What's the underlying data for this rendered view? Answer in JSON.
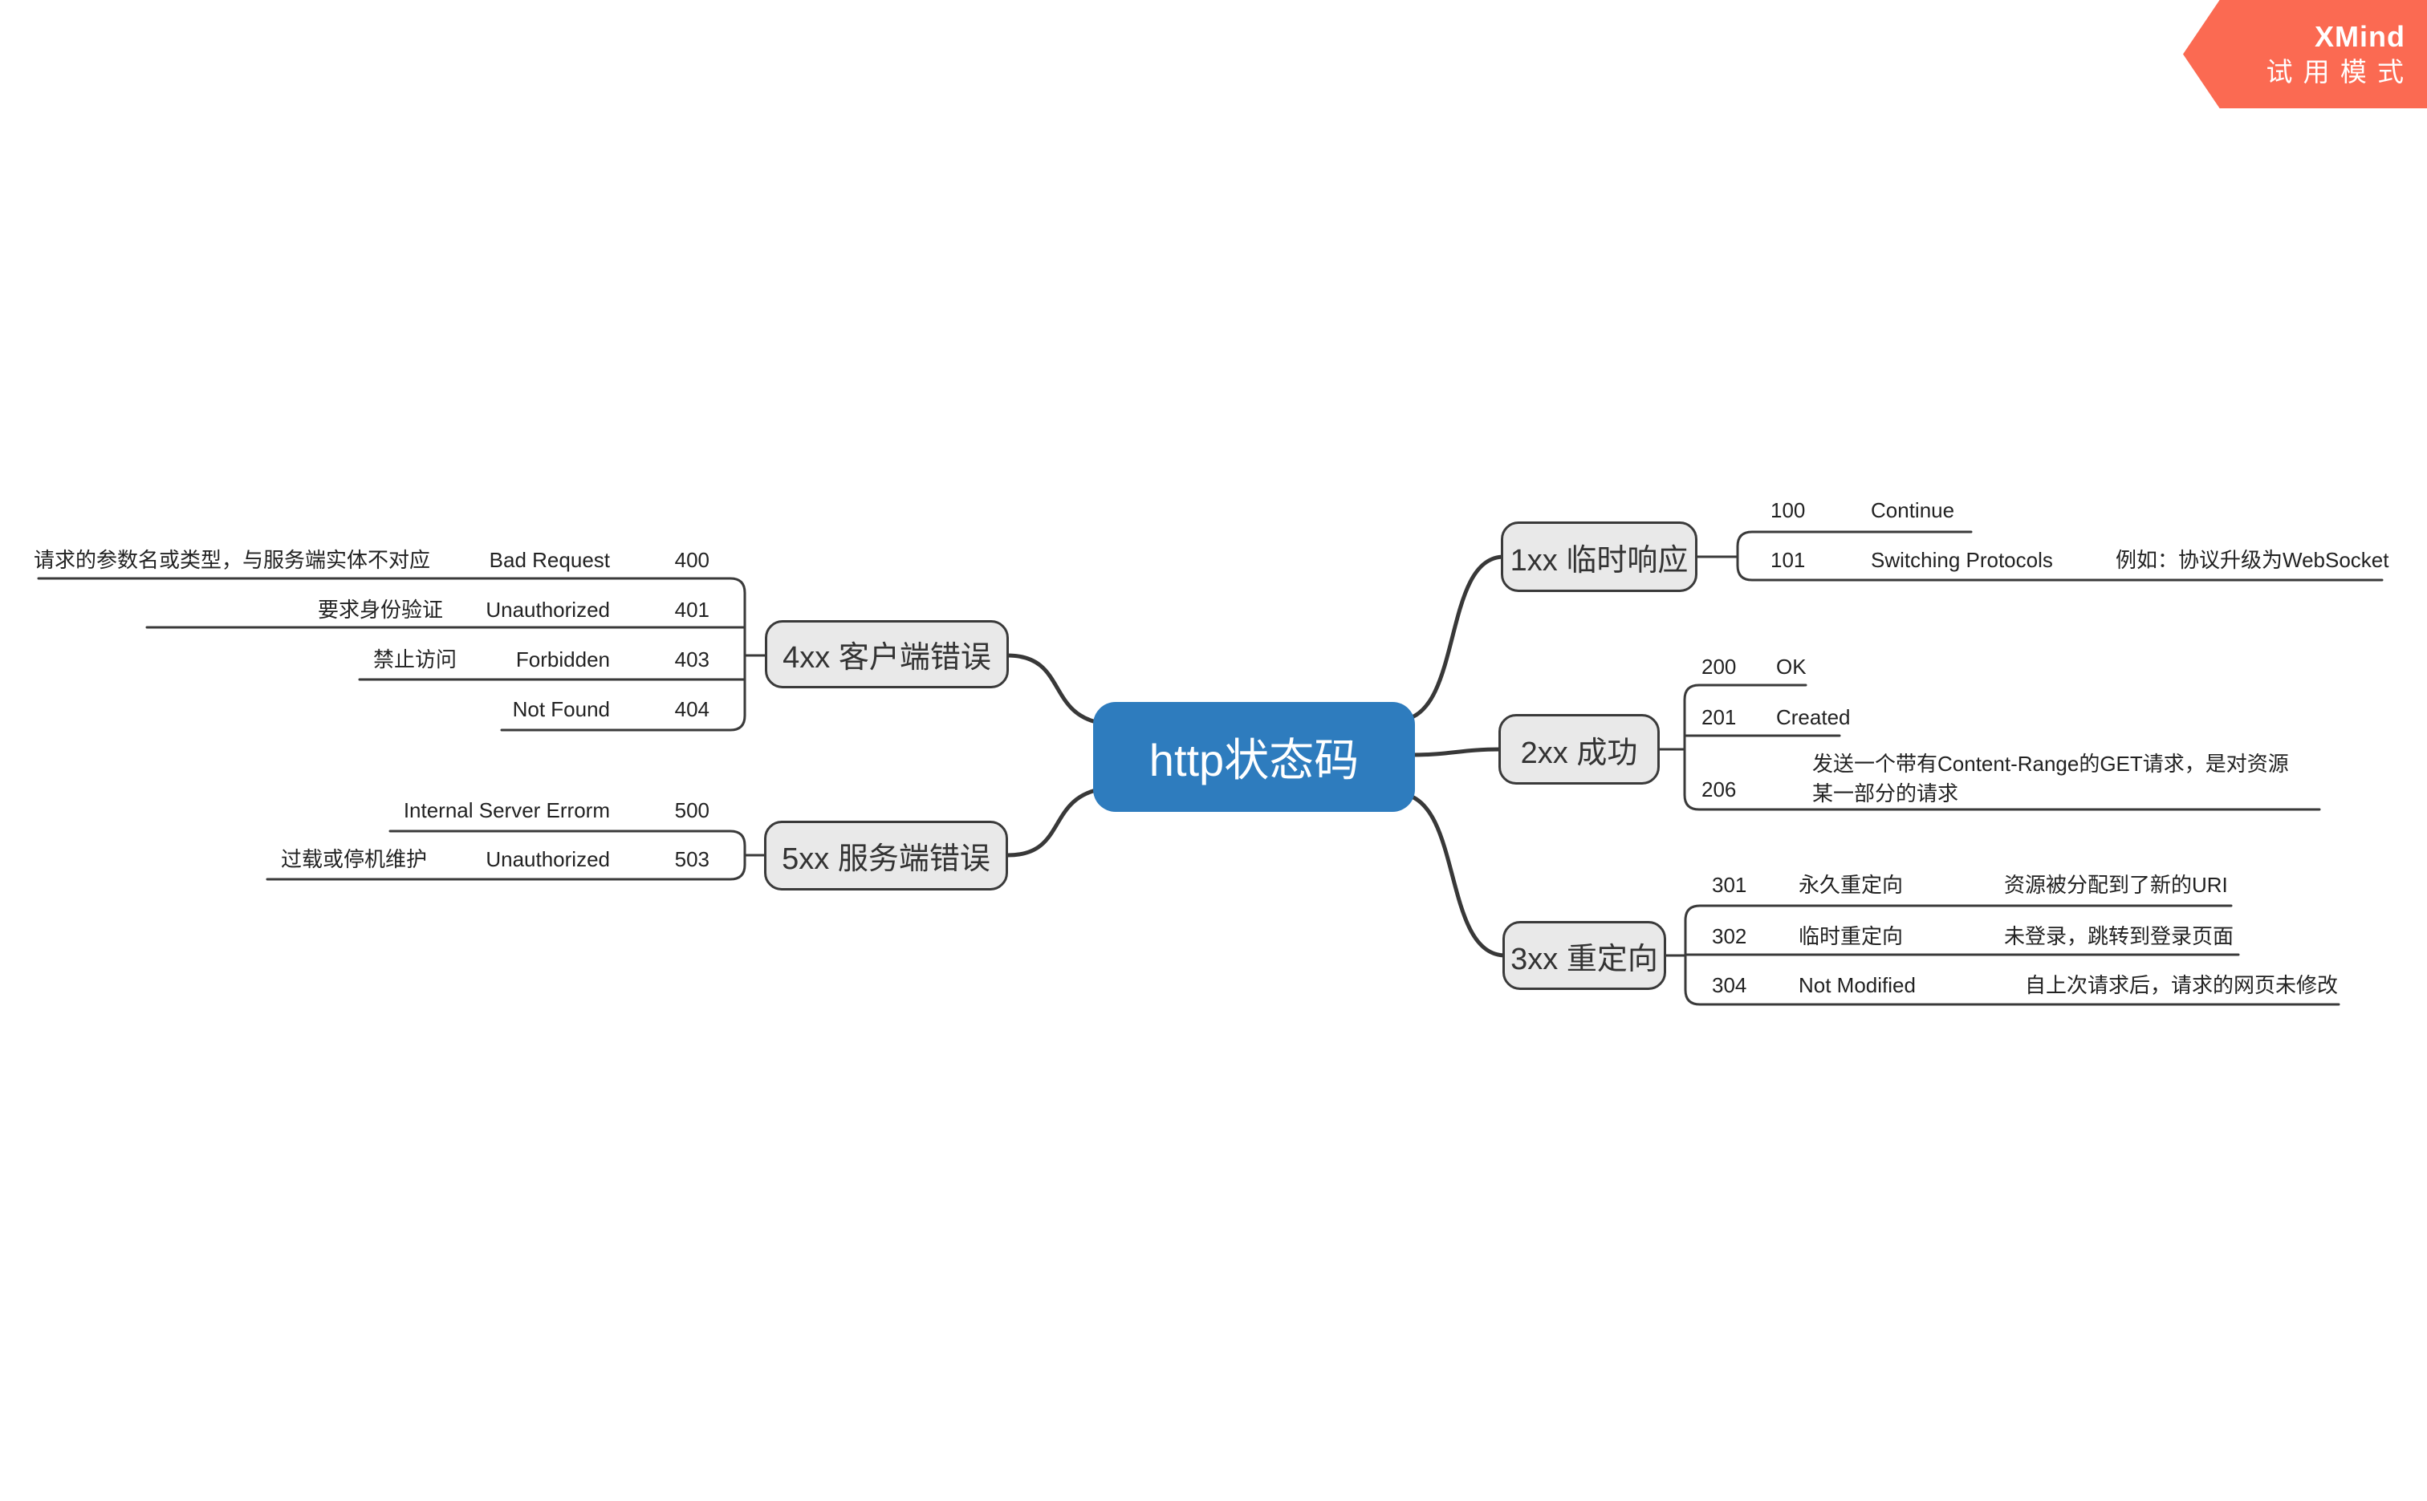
{
  "watermark": {
    "brand": "XMind",
    "mode": "试 用 模 式",
    "color": "#fb6a52"
  },
  "root": {
    "label": "http状态码",
    "color": "#2e7cbe"
  },
  "branches": [
    {
      "id": "1xx",
      "label": "1xx 临时响应",
      "children": [
        {
          "code": "100",
          "name": "Continue",
          "note": ""
        },
        {
          "code": "101",
          "name": "Switching Protocols",
          "note": "例如：协议升级为WebSocket"
        }
      ]
    },
    {
      "id": "2xx",
      "label": "2xx 成功",
      "children": [
        {
          "code": "200",
          "name": "OK",
          "note": ""
        },
        {
          "code": "201",
          "name": "Created",
          "note": ""
        },
        {
          "code": "206",
          "name": "",
          "note": "发送一个带有Content-Range的GET请求，是对资源某一部分的请求"
        }
      ]
    },
    {
      "id": "3xx",
      "label": "3xx 重定向",
      "children": [
        {
          "code": "301",
          "name": "永久重定向",
          "note": "资源被分配到了新的URI"
        },
        {
          "code": "302",
          "name": "临时重定向",
          "note": "未登录，跳转到登录页面"
        },
        {
          "code": "304",
          "name": "Not Modified",
          "note": "自上次请求后，请求的网页未修改"
        }
      ]
    },
    {
      "id": "4xx",
      "label": "4xx 客户端错误",
      "children": [
        {
          "code": "400",
          "name": "Bad Request",
          "note": "请求的参数名或类型，与服务端实体不对应"
        },
        {
          "code": "401",
          "name": "Unauthorized",
          "note": "要求身份验证"
        },
        {
          "code": "403",
          "name": "Forbidden",
          "note": "禁止访问"
        },
        {
          "code": "404",
          "name": "Not Found",
          "note": ""
        }
      ]
    },
    {
      "id": "5xx",
      "label": "5xx 服务端错误",
      "children": [
        {
          "code": "500",
          "name": "Internal Server Errorm",
          "note": ""
        },
        {
          "code": "503",
          "name": "Unauthorized",
          "note": "过载或停机维护"
        }
      ]
    }
  ]
}
